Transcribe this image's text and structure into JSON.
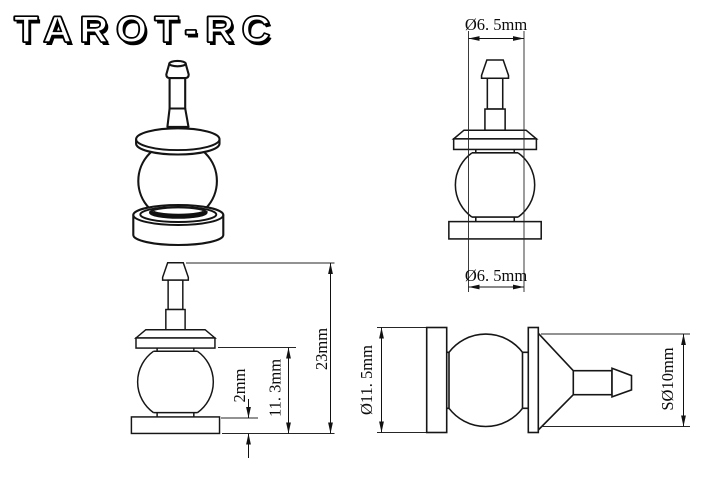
{
  "logo": {
    "text": "TAROT-RC"
  },
  "dimensions": {
    "stem_diameter_top": "Ø6. 5mm",
    "stem_diameter_bottom": "Ø6. 5mm",
    "total_height": "23mm",
    "flange_to_base_height": "11. 3mm",
    "base_thickness": "2mm",
    "base_diameter": "Ø11. 5mm",
    "ball_sphere_diameter": "SØ10mm"
  },
  "colors": {
    "line": "#161616",
    "background": "#ffffff"
  }
}
